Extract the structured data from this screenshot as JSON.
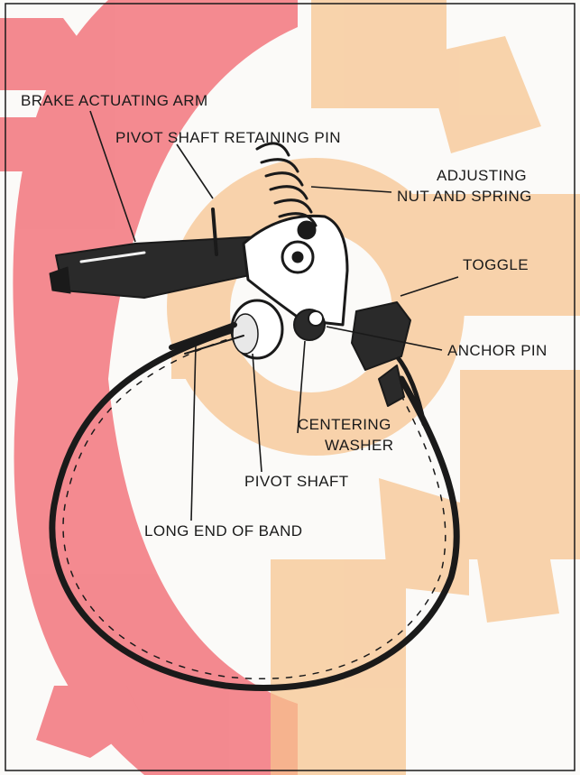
{
  "diagram": {
    "labels": {
      "brake_actuating_arm": "BRAKE ACTUATING ARM",
      "pivot_shaft_retaining_pin": "PIVOT SHAFT RETAINING PIN",
      "adjusting_line1": "ADJUSTING",
      "adjusting_line2": "NUT AND SPRING",
      "toggle": "TOGGLE",
      "anchor_pin": "ANCHOR PIN",
      "centering_line1": "CENTERING",
      "centering_line2": "WASHER",
      "pivot_shaft": "PIVOT SHAFT",
      "long_end_of_band": "LONG END OF BAND"
    },
    "colors": {
      "watermark_red": "#f26a72",
      "watermark_orange": "#f7c48e",
      "ink": "#1a1a1a"
    }
  }
}
